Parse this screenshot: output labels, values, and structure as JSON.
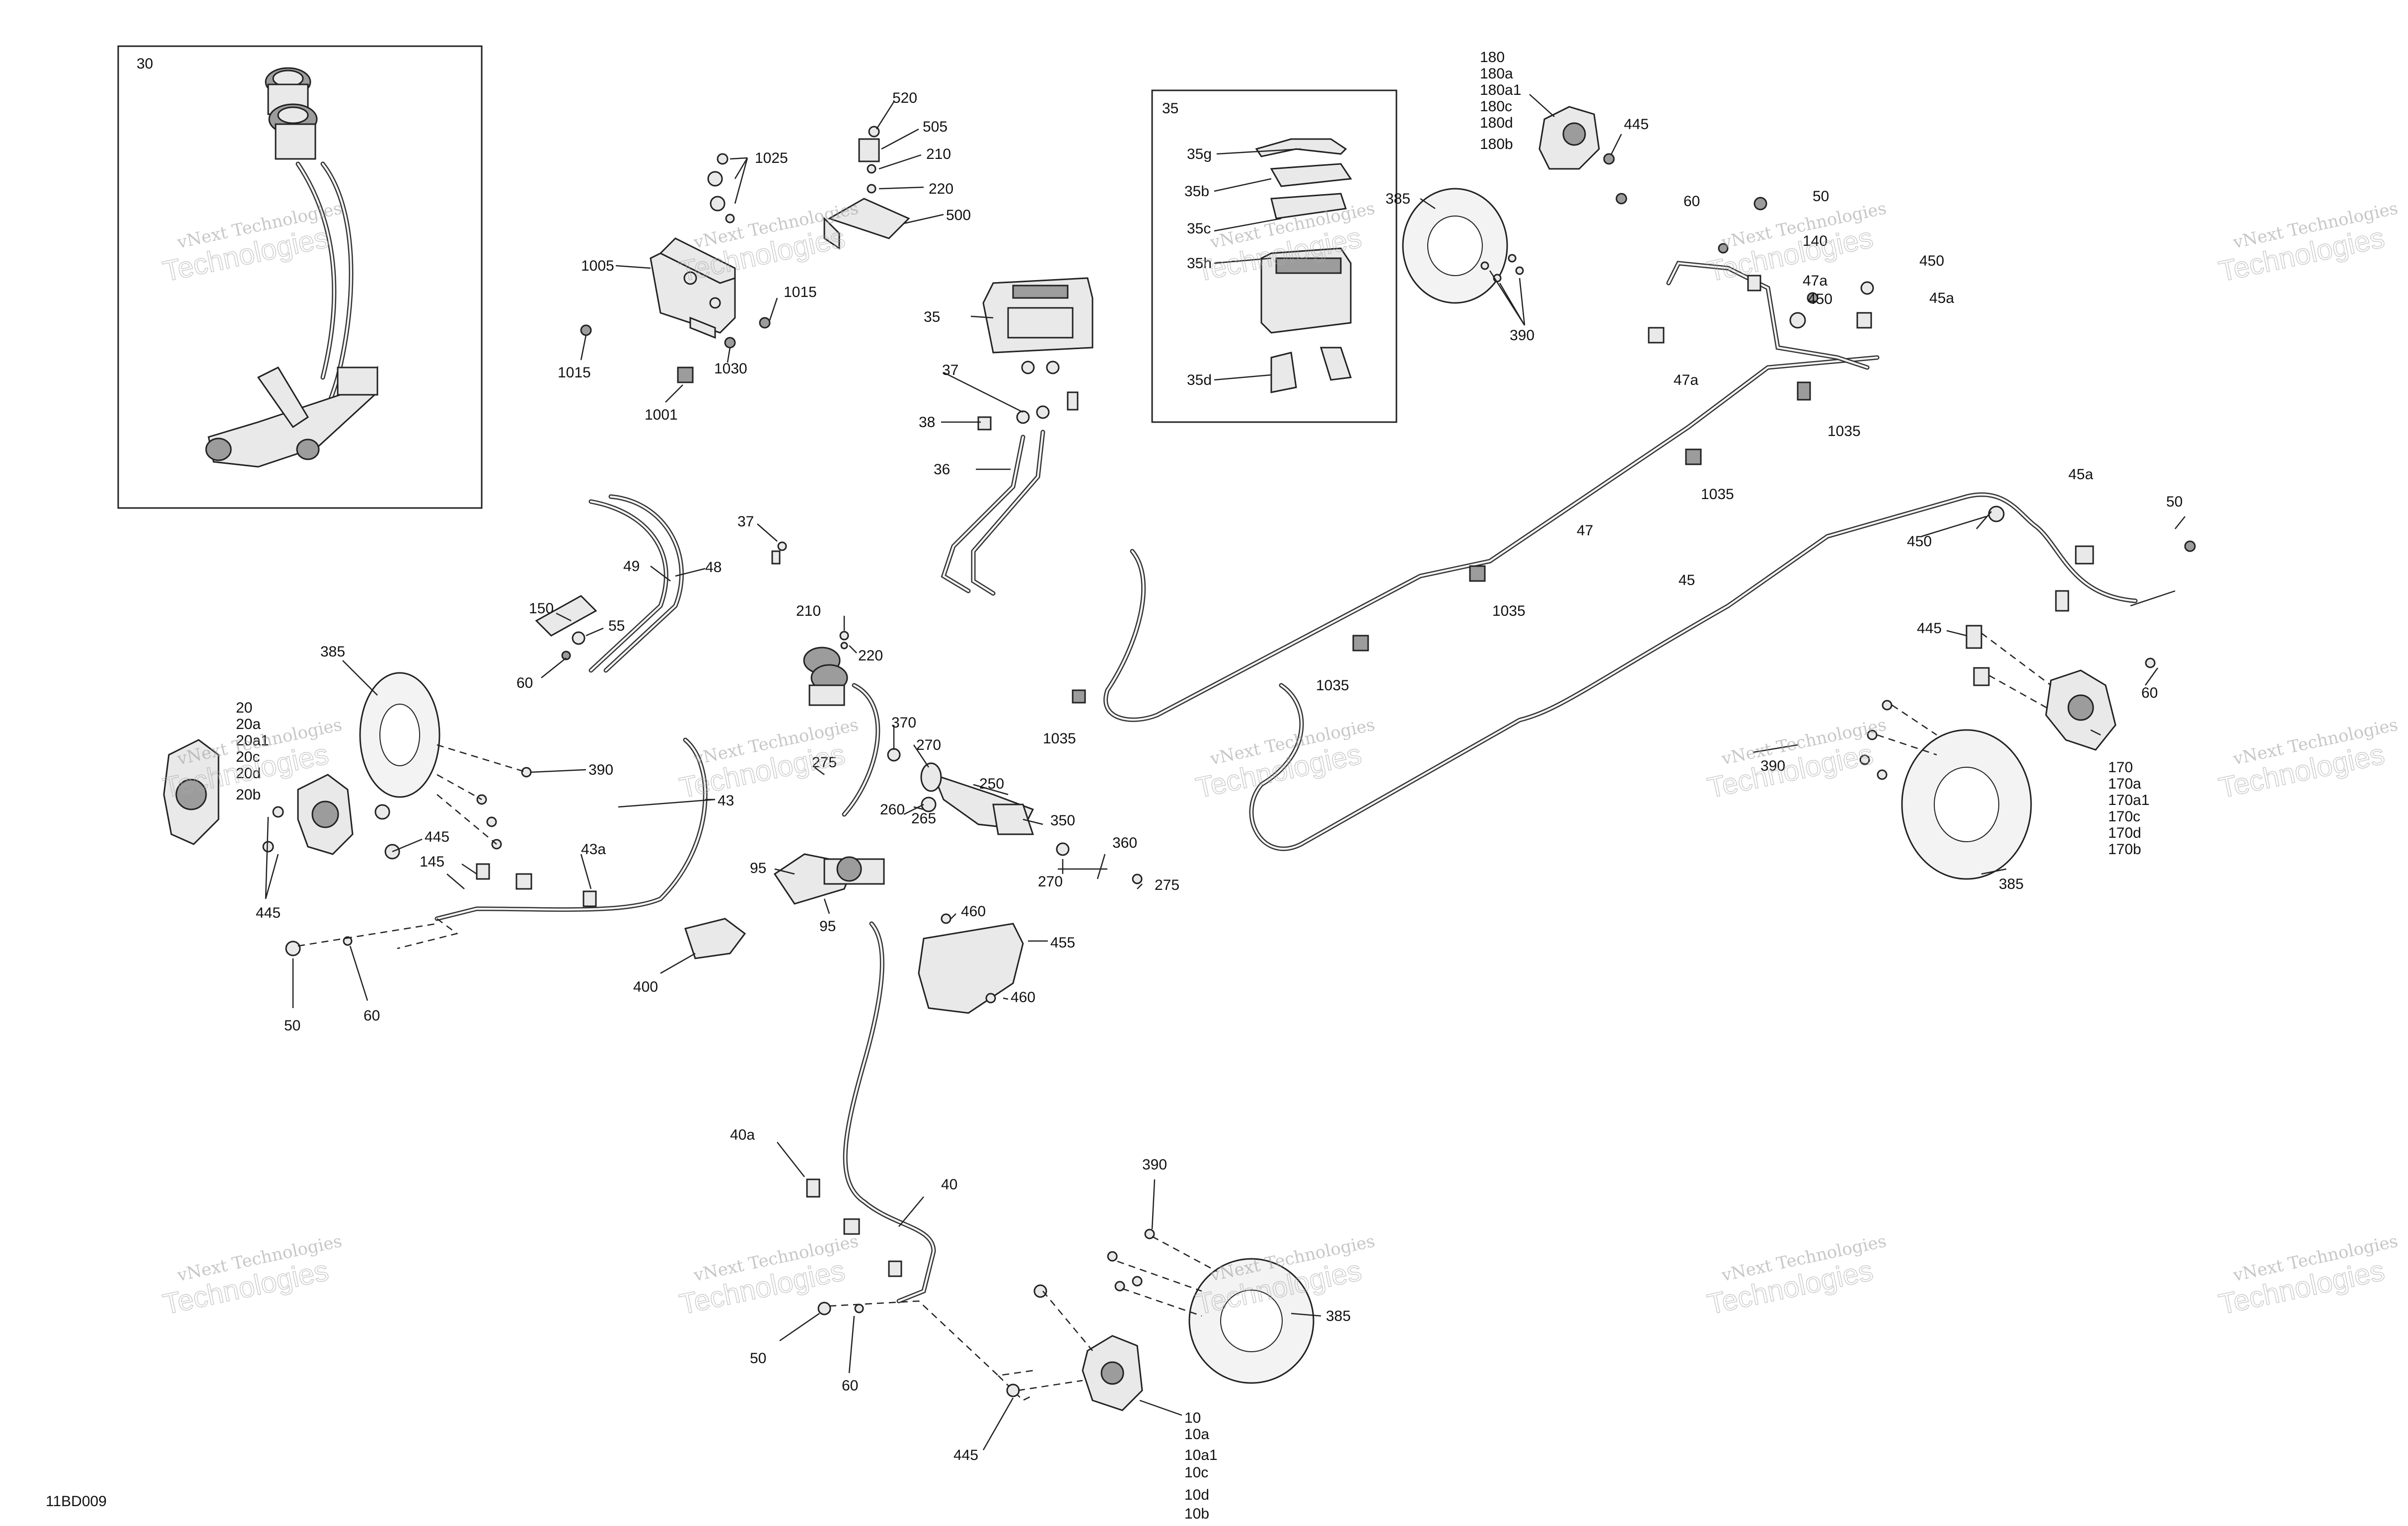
{
  "diagram_code": "11BD009",
  "watermark": {
    "line1": "vNext Technologies",
    "line2": "Technologies"
  },
  "inset_30": {
    "label": "30"
  },
  "inset_35": {
    "label": "35",
    "callouts": [
      "35g",
      "35b",
      "35c",
      "35h",
      "35d"
    ]
  },
  "callouts": {
    "c520": "520",
    "c505": "505",
    "c210a": "210",
    "c220a": "220",
    "c500": "500",
    "c1025": "1025",
    "c1005": "1005",
    "c1015a": "1015",
    "c1015b": "1015",
    "c1030": "1030",
    "c1001": "1001",
    "c35": "35",
    "c37a": "37",
    "c38": "38",
    "c36": "36",
    "c385a": "385",
    "c390a": "390",
    "c445a": "445",
    "c60a": "60",
    "c50a": "50",
    "c140": "140",
    "c47a1": "47a",
    "c450a": "450",
    "c45a1": "45a",
    "c450b": "450",
    "c47a2": "47a",
    "c1035a": "1035",
    "c1035b": "1035",
    "c47": "47",
    "c1035c": "1035",
    "c1035d": "1035",
    "c1035e": "1035",
    "c45": "45",
    "c45a2": "45a",
    "c50b": "50",
    "c450c": "450",
    "c445b": "445",
    "c60b": "60",
    "c390b": "390",
    "c385b": "385",
    "c49": "49",
    "c48": "48",
    "c37b": "37",
    "c150": "150",
    "c55": "55",
    "c60c": "60",
    "c385c": "385",
    "c390c": "390",
    "c445c": "445",
    "c145": "145",
    "c43a": "43a",
    "c445d": "445",
    "c50c": "50",
    "c60d": "60",
    "c43": "43",
    "c210b": "210",
    "c220b": "220",
    "c370": "370",
    "c275a": "275",
    "c270a": "270",
    "c250": "250",
    "c260": "260",
    "c265": "265",
    "c350": "350",
    "c360": "360",
    "c270b": "270",
    "c275b": "275",
    "c95a": "95",
    "c95b": "95",
    "c400": "400",
    "c460a": "460",
    "c455": "455",
    "c460b": "460",
    "c40a": "40a",
    "c40": "40",
    "c50d": "50",
    "c60e": "60",
    "c390d": "390",
    "c385d": "385",
    "c445e": "445"
  },
  "stack_180": [
    "180",
    "180a",
    "180a1",
    "180c",
    "180d",
    "180b"
  ],
  "stack_20": [
    "20",
    "20a",
    "20a1",
    "20c",
    "20d",
    "20b"
  ],
  "stack_170": [
    "170",
    "170a",
    "170a1",
    "170c",
    "170d",
    "170b"
  ],
  "stack_10": [
    "10",
    "10a",
    "10a1",
    "10c",
    "10d",
    "10b"
  ]
}
